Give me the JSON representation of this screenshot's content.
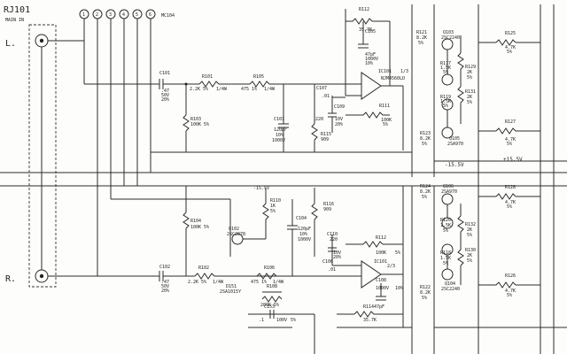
{
  "connector": {
    "ref": "RJ101",
    "title": "MAIN IN",
    "left_label": "L.",
    "right_label": "R."
  },
  "pins": [
    "1",
    "2",
    "3",
    "4",
    "5",
    "6"
  ],
  "pin_ref": "MC104",
  "rails": {
    "neg": "-15.5V",
    "pos": "+15.5V",
    "neg_low": "-15.5V"
  },
  "components": {
    "c101": {
      "ref": "C101",
      "v1": ".47",
      "v2": "50V",
      "v3": "20%"
    },
    "r101": {
      "ref": "R101",
      "v1": "2.2K 5%",
      "v2": "1/4W"
    },
    "r105": {
      "ref": "R105",
      "v1": "475 1%",
      "v2": "1/4W"
    },
    "r103": {
      "ref": "R103",
      "v1": "100K 5%"
    },
    "c103": {
      "ref": "C103",
      "v1": "120pF",
      "v2": "10%",
      "v3": "1000V"
    },
    "r115": {
      "ref": "R115",
      "v1": "909"
    },
    "r112": {
      "ref": "R112",
      "v1": "35.7K"
    },
    "c105": {
      "ref": "C105",
      "v1": "47pF",
      "v2": "1000V",
      "v3": "10%"
    },
    "c107": {
      "ref": "C107",
      "v1": ".01"
    },
    "c109": {
      "ref": "C109",
      "v1": "220",
      "v2": "10V",
      "v3": "20%"
    },
    "ic101": {
      "ref": "IC101",
      "v1": "1/3",
      "v2": "NJM4560LD"
    },
    "r111": {
      "ref": "R111",
      "v1": "100K",
      "v2": "5%"
    },
    "r121": {
      "ref": "R121",
      "v1": "8.2K",
      "v2": "5%"
    },
    "q103": {
      "ref": "Q103",
      "v1": "2SC2240"
    },
    "r117": {
      "ref": "R117",
      "v1": "1.5K",
      "v2": "5%"
    },
    "r119": {
      "ref": "R119",
      "v1": "1.5K",
      "v2": "5%"
    },
    "r129": {
      "ref": "R129",
      "v1": "2K",
      "v2": "5%"
    },
    "r131": {
      "ref": "R131",
      "v1": "2K",
      "v2": "5%"
    },
    "r123": {
      "ref": "R123",
      "v1": "8.2K",
      "v2": "5%"
    },
    "q105": {
      "ref": "Q105",
      "v1": "2SA970"
    },
    "r125": {
      "ref": "R125",
      "v1": "4.7K",
      "v2": "5%"
    },
    "r127": {
      "ref": "R127",
      "v1": "4.7K",
      "v2": "5%"
    },
    "r104": {
      "ref": "R104",
      "v1": "100K 5%"
    },
    "r110": {
      "ref": "R110",
      "v1": "1K",
      "v2": "5%"
    },
    "q102": {
      "ref": "Q102",
      "v1": "2SC2878"
    },
    "c102": {
      "ref": "C102",
      "v1": ".47",
      "v2": "50V",
      "v3": "20%"
    },
    "r102": {
      "ref": "R102",
      "v1": "2.2K 5%",
      "v2": "1/4W"
    },
    "d151": {
      "ref": "D151",
      "v1": "2SA1015Y"
    },
    "r106": {
      "ref": "R106",
      "v1": "475 1%",
      "v2": "1/4W"
    },
    "r108": {
      "ref": "R108",
      "v1": "200K 5%"
    },
    "c104": {
      "ref": "C104",
      "v1": "120pF",
      "v2": "10%",
      "v3": "1000V"
    },
    "r116": {
      "ref": "R116",
      "v1": "909"
    },
    "c110": {
      "ref": "C110",
      "v1": "220",
      "v2": "10V",
      "v3": "20%"
    },
    "c106": {
      "ref": "C106",
      "v1": ".01"
    },
    "r113": {
      "ref": "R112",
      "v1": "100K",
      "v2": "5%"
    },
    "ic102": {
      "ref": "IC101",
      "v1": "2/3"
    },
    "c108": {
      "ref": "C108",
      "v1": "1000V",
      "v2": "47pF",
      "v3": "10%"
    },
    "r114": {
      "ref": "R114",
      "v1": "35.7K"
    },
    "c153": {
      "ref": "C153",
      "v1": ".1",
      "v2": "100V",
      "v3": "5%"
    },
    "r124": {
      "ref": "R124",
      "v1": "8.2K",
      "v2": "5%"
    },
    "q106": {
      "ref": "Q106",
      "v1": "2SA970"
    },
    "r120": {
      "ref": "R120",
      "v1": "1.5K",
      "v2": "5%"
    },
    "r118": {
      "ref": "R118",
      "v1": "1.5K",
      "v2": "5%"
    },
    "r132": {
      "ref": "R132",
      "v1": "2K",
      "v2": "5%"
    },
    "r130": {
      "ref": "R130",
      "v1": "2K",
      "v2": "5%"
    },
    "r122": {
      "ref": "R122",
      "v1": "8.2K",
      "v2": "5%"
    },
    "q104": {
      "ref": "Q104",
      "v1": "2SC2240"
    },
    "r128": {
      "ref": "R128",
      "v1": "4.7K",
      "v2": "5%"
    },
    "r126": {
      "ref": "R126",
      "v1": "4.7K",
      "v2": "5%"
    }
  }
}
